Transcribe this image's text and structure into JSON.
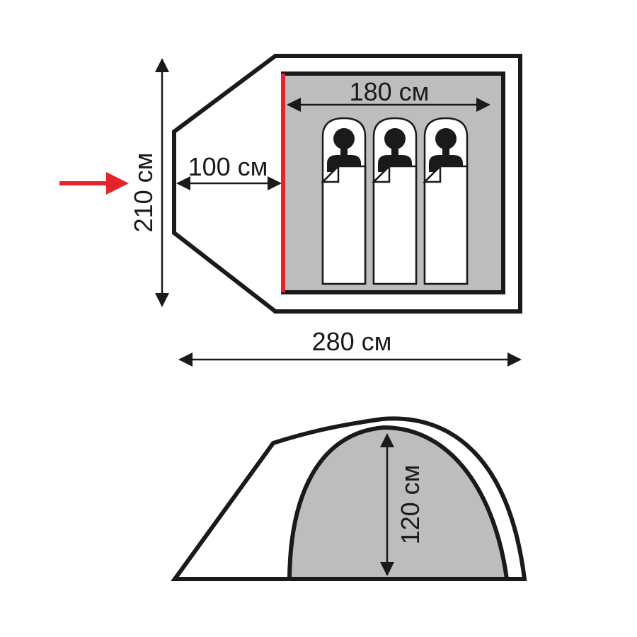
{
  "labels": {
    "inner_width": "180 см",
    "vestibule_depth": "100 см",
    "total_width": "210 см",
    "total_length": "280 см",
    "height": "120 см"
  },
  "icons": {
    "entrance": "entrance-arrow-icon",
    "person": "person-silhouette-icon"
  },
  "colors": {
    "stroke": "#1a1a1a",
    "inner_tent": "#bdbdbd",
    "entrance_arrow": "#e5232b",
    "door": "#e5232b"
  },
  "sleeping_places": 3
}
